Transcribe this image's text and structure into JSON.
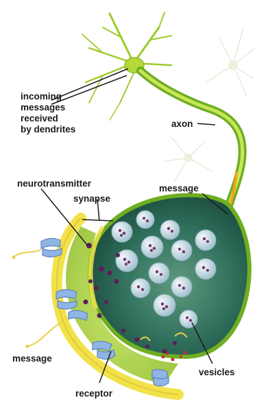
{
  "labels": {
    "dendrites_line1": "incoming",
    "dendrites_line2": "messages",
    "dendrites_line3": "received",
    "dendrites_line4": "by dendrites",
    "axon": "axon",
    "neurotransmitter": "neurotransmitter",
    "synapse": "synapse",
    "message_top": "message",
    "message_bottom": "message",
    "vesicles": "vesicles",
    "receptor": "receptor"
  },
  "colors": {
    "neuron_green": "#9ccc2a",
    "dendrite_green": "#a8cc3a",
    "terminal_dark": "#1f5a4a",
    "membrane_yellow": "#f2e24a",
    "receptor_blue": "#8fb4e6",
    "vesicle_blue": "#cfe3ec",
    "transmitter_purple": "#5a1f5a",
    "arrow_orange": "#f2a31a"
  }
}
